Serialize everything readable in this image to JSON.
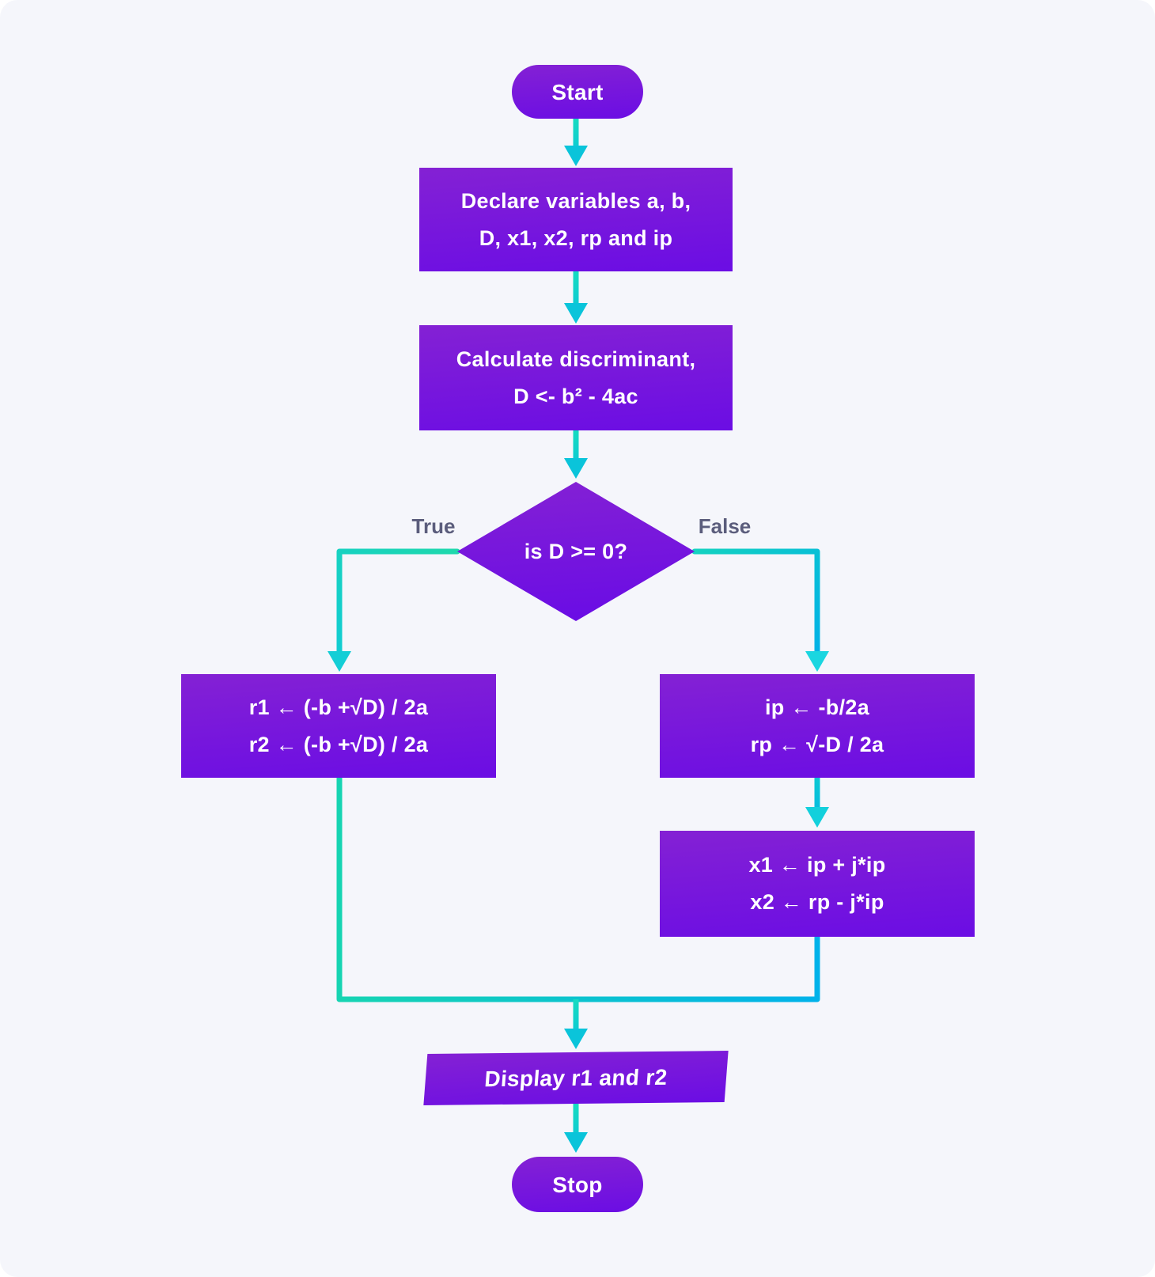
{
  "colors": {
    "background": "#f5f6fb",
    "node_purple_top": "#8421d4",
    "node_purple_bottom": "#6b0de4",
    "connector_teal_green": "#1fd8ac",
    "connector_teal_cyan": "#10cfc9",
    "connector_teal_blue": "#00b2ea",
    "branch_label_gray": "#5b5d7c",
    "node_text": "#ffffff"
  },
  "flow": {
    "start": "Start",
    "declare_l1": "Declare variables a, b,",
    "declare_l2": "D, x1, x2, rp and ip",
    "calc_l1": "Calculate discriminant,",
    "calc_l2": "D <- b² - 4ac",
    "decision": "is D >= 0?",
    "branch_true": "True",
    "branch_false": "False",
    "real_l1": "r1 ← (-b +√D) / 2a",
    "real_l2": "r2 ← (-b +√D) / 2a",
    "imag_l1": "ip ← -b/2a",
    "imag_l2": "rp ← √-D / 2a",
    "complex_l1": "x1 ← ip + j*ip",
    "complex_l2": "x2 ← rp - j*ip",
    "display": "Display r1 and r2",
    "stop": "Stop"
  }
}
